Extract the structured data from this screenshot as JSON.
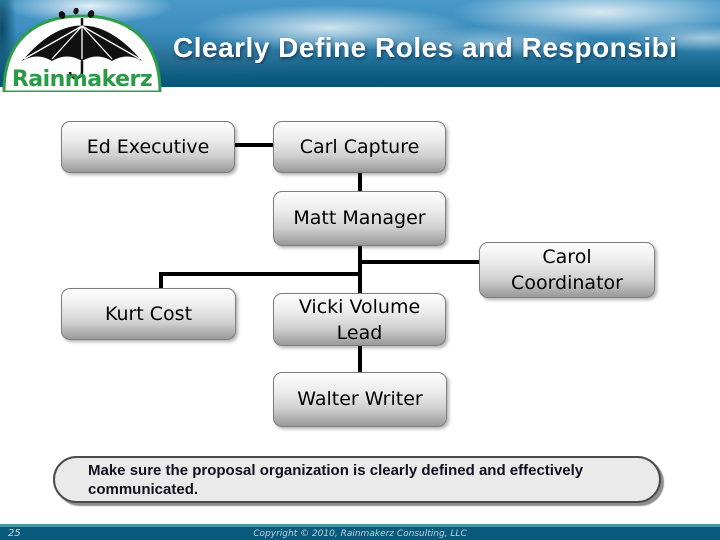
{
  "slide": {
    "title": "Clearly Define Roles and Responsibi",
    "page_number": "25",
    "copyright": "Copyright © 2010, Rainmakerz Consulting, LLC"
  },
  "logo": {
    "brand": "Rainmakerz"
  },
  "org_chart": {
    "boxes": [
      {
        "id": "ed",
        "label": "Ed Executive"
      },
      {
        "id": "carl",
        "label": "Carl Capture"
      },
      {
        "id": "matt",
        "label": "Matt Manager"
      },
      {
        "id": "carol",
        "label": "Carol Coordinator"
      },
      {
        "id": "kurt",
        "label": "Kurt Cost"
      },
      {
        "id": "vicki",
        "label": "Vicki Volume Lead"
      },
      {
        "id": "walter",
        "label": "Walter Writer"
      }
    ],
    "edges": [
      [
        "Ed Executive",
        "Carl Capture"
      ],
      [
        "Carl Capture",
        "Matt Manager"
      ],
      [
        "Matt Manager",
        "Kurt Cost"
      ],
      [
        "Matt Manager",
        "Vicki Volume Lead"
      ],
      [
        "Matt Manager",
        "Carol Coordinator"
      ],
      [
        "Vicki Volume Lead",
        "Walter Writer"
      ]
    ]
  },
  "callout": {
    "text": "Make sure the proposal organization is clearly defined and effectively communicated."
  },
  "colors": {
    "header_teal": "#06567a",
    "logo_green": "#2b9a47",
    "footer_bar": "#095a7d",
    "footer_divider": "#4797a5",
    "box_border": "#7e7e7e",
    "connector": "#000000"
  }
}
